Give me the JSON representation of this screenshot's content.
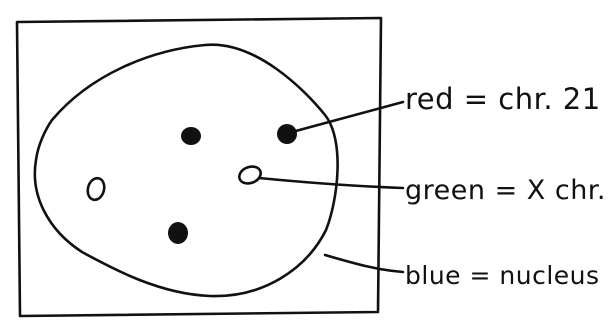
{
  "diagram": {
    "labels": {
      "red": "red = chr. 21",
      "green": "green = X chr.",
      "blue": "blue = nucleus"
    },
    "dots": [
      {
        "kind": "filled",
        "name": "red-dot-1"
      },
      {
        "kind": "filled",
        "name": "red-dot-2"
      },
      {
        "kind": "filled",
        "name": "red-dot-3"
      },
      {
        "kind": "outline",
        "name": "green-dot-1"
      },
      {
        "kind": "outline",
        "name": "green-dot-2"
      }
    ],
    "colors": {
      "ink": "#111111",
      "background": "#ffffff"
    }
  }
}
